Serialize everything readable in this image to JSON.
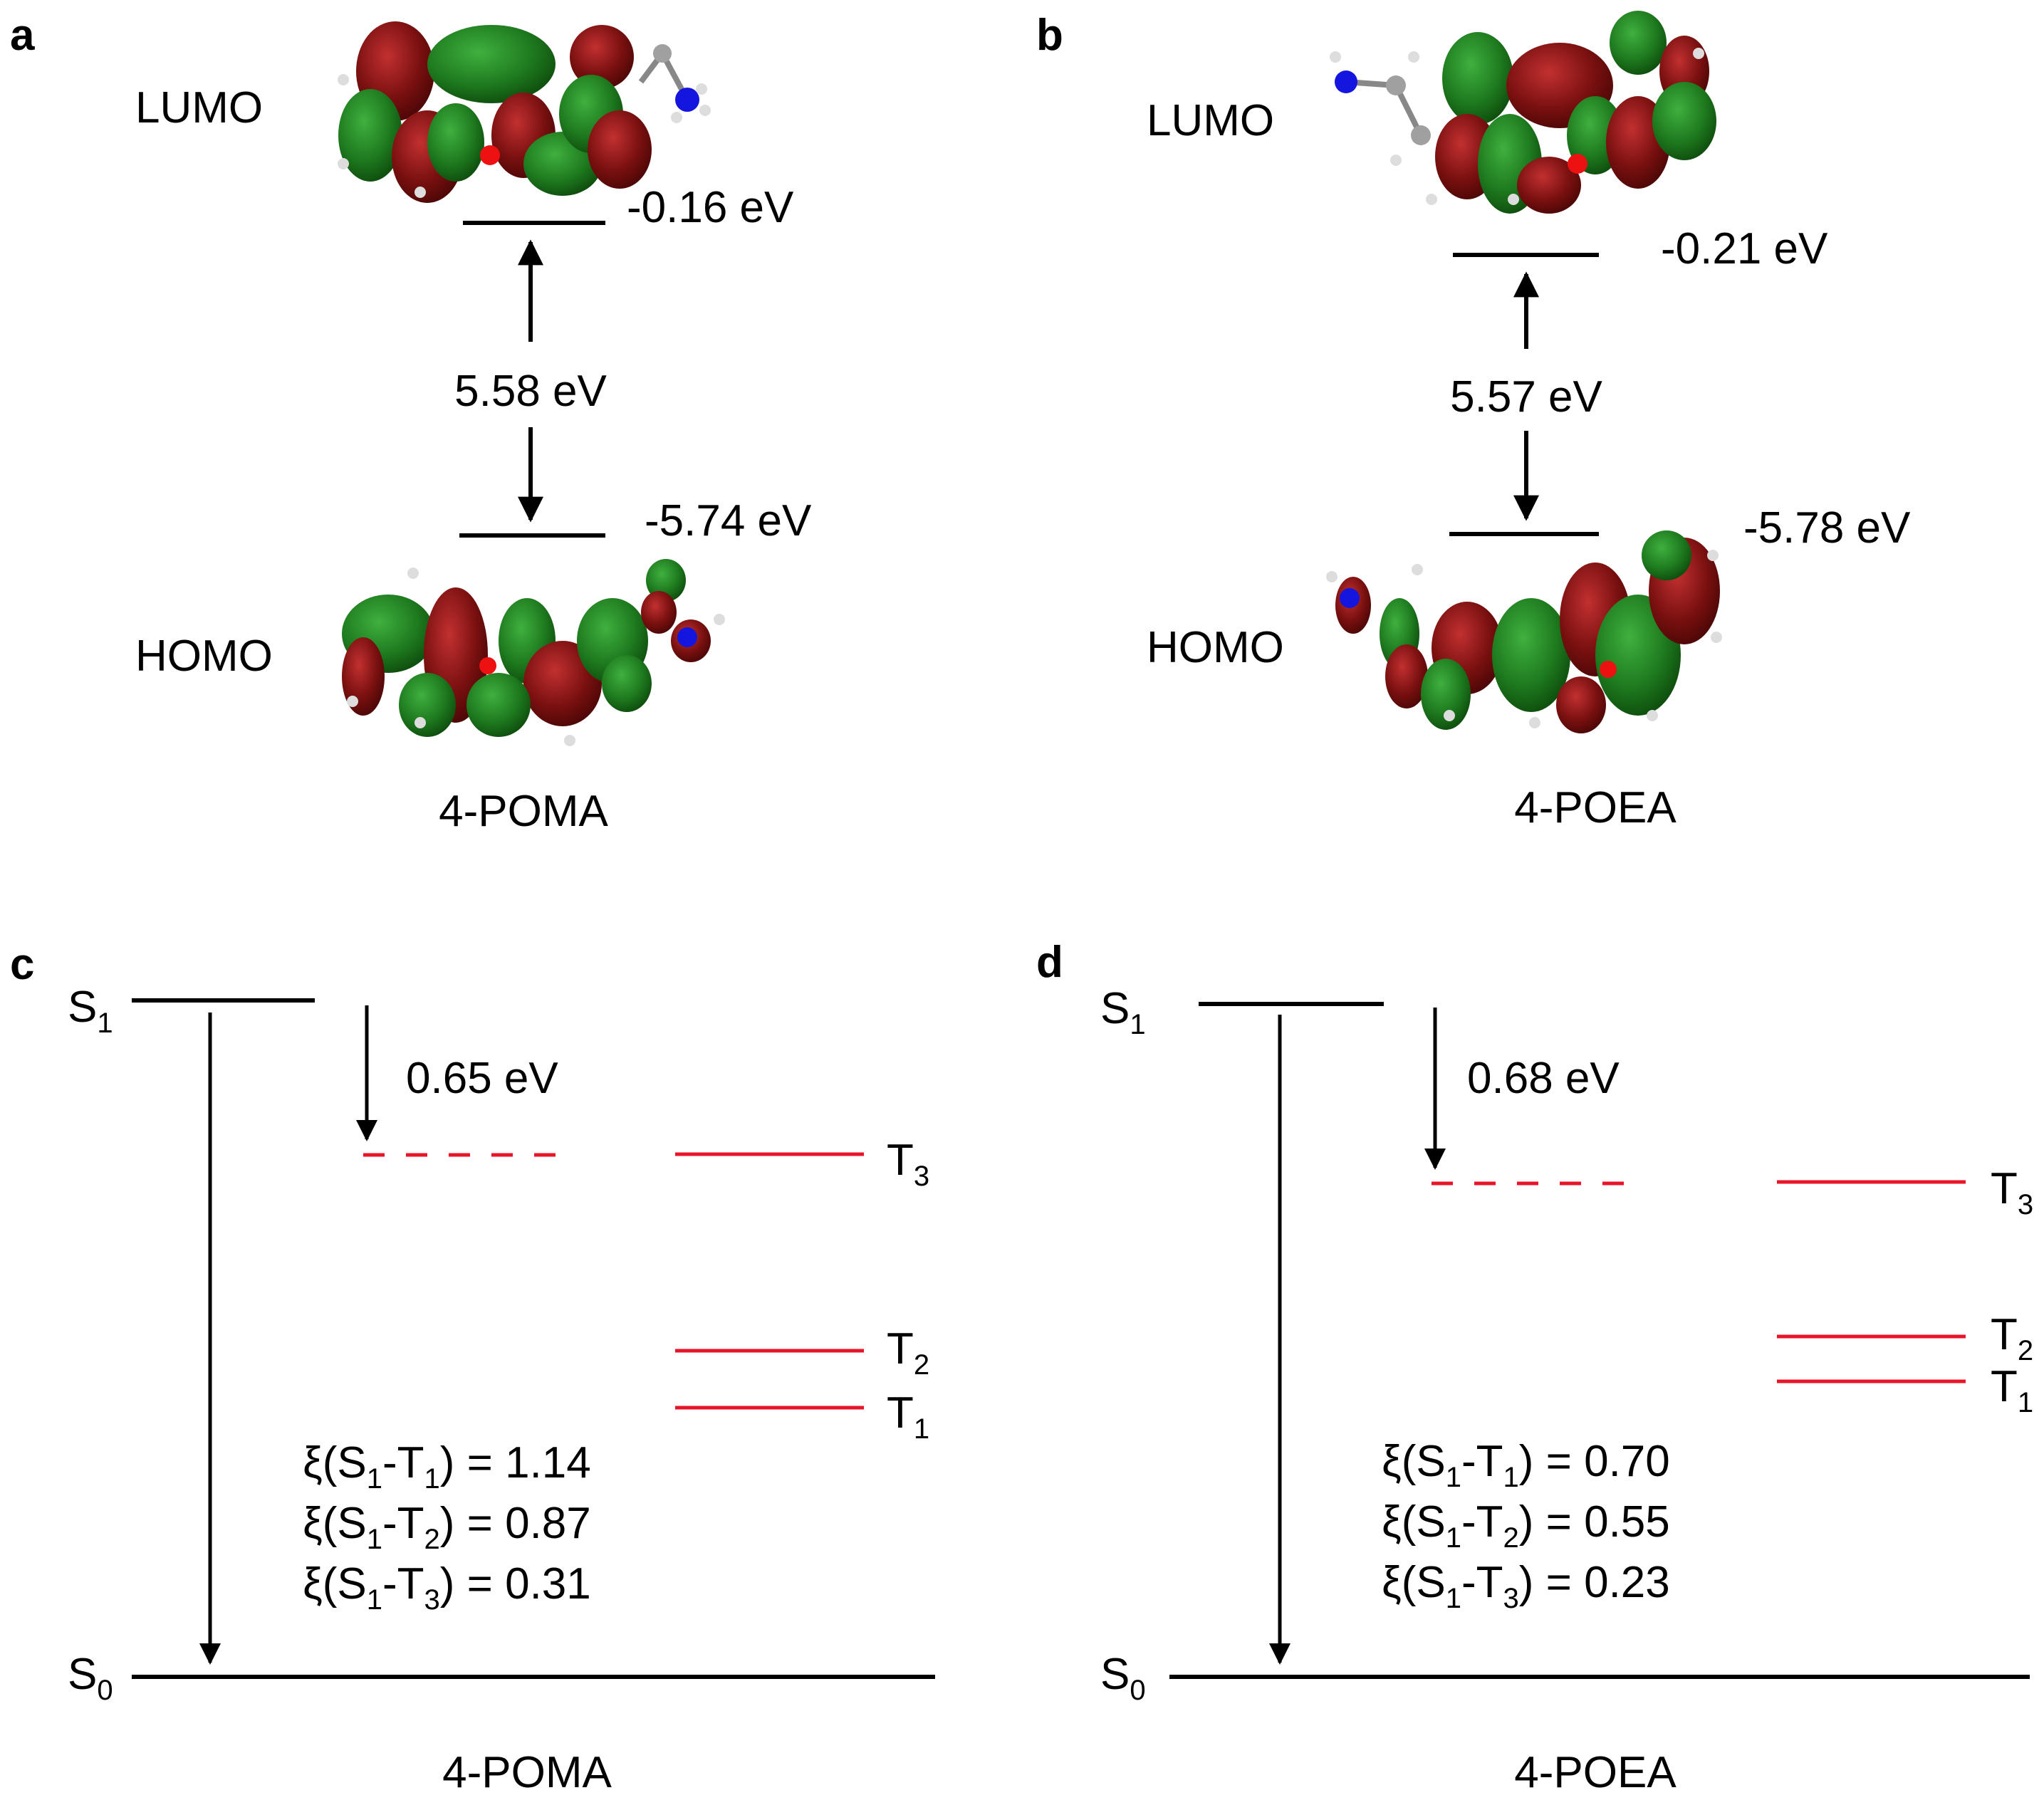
{
  "panels": {
    "a": {
      "letter": "a",
      "lumo_label": "LUMO",
      "homo_label": "HOMO",
      "lumo_energy": "-0.16 eV",
      "homo_energy": "-5.74 eV",
      "gap": "5.58 eV",
      "molecule": "4-POMA"
    },
    "b": {
      "letter": "b",
      "lumo_label": "LUMO",
      "homo_label": "HOMO",
      "lumo_energy": "-0.21 eV",
      "homo_energy": "-5.78 eV",
      "gap": "5.57 eV",
      "molecule": "4-POEA"
    },
    "c": {
      "letter": "c",
      "s1": "S",
      "s1_sub": "1",
      "s0": "S",
      "s0_sub": "0",
      "t3": "T",
      "t3_sub": "3",
      "t2": "T",
      "t2_sub": "2",
      "t1": "T",
      "t1_sub": "1",
      "gap": "0.65 eV",
      "xi": [
        {
          "pre": "ξ(S",
          "s": "1",
          "mid": "-T",
          "t": "1",
          "post": ") = 1.14"
        },
        {
          "pre": "ξ(S",
          "s": "1",
          "mid": "-T",
          "t": "2",
          "post": ") = 0.87"
        },
        {
          "pre": "ξ(S",
          "s": "1",
          "mid": "-T",
          "t": "3",
          "post": ") = 0.31"
        }
      ],
      "molecule": "4-POMA"
    },
    "d": {
      "letter": "d",
      "s1": "S",
      "s1_sub": "1",
      "s0": "S",
      "s0_sub": "0",
      "t3": "T",
      "t3_sub": "3",
      "t2": "T",
      "t2_sub": "2",
      "t1": "T",
      "t1_sub": "1",
      "gap": "0.68 eV",
      "xi": [
        {
          "pre": "ξ(S",
          "s": "1",
          "mid": "-T",
          "t": "1",
          "post": ") = 0.70"
        },
        {
          "pre": "ξ(S",
          "s": "1",
          "mid": "-T",
          "t": "2",
          "post": ") = 0.55"
        },
        {
          "pre": "ξ(S",
          "s": "1",
          "mid": "-T",
          "t": "3",
          "post": ") = 0.23"
        }
      ],
      "molecule": "4-POEA"
    }
  },
  "colors": {
    "orbital_red": "#7a1010",
    "orbital_green": "#1e7a1e",
    "triplet_line": "#e8142a",
    "level_line": "#000000"
  },
  "icons": [
    "lumo-orbital-4poma",
    "homo-orbital-4poma",
    "lumo-orbital-4poea",
    "homo-orbital-4poea"
  ]
}
